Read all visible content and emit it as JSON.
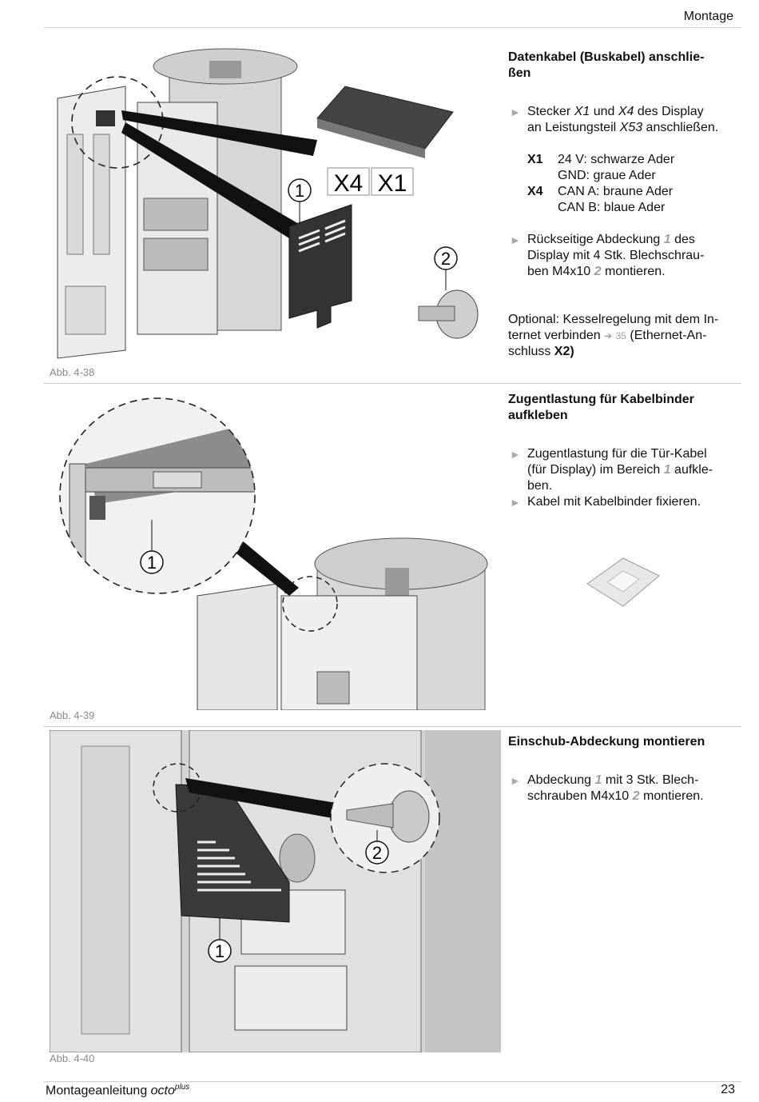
{
  "header": {
    "section": "Montage"
  },
  "sections": [
    {
      "title": "Datenkabel (Buskabel) anschlie-ßen",
      "title_line1": "Datenkabel (Buskabel) anschlie-",
      "title_line2": "ßen",
      "bullet1": {
        "pre": "Stecker ",
        "x1": "X1",
        "mid": " und ",
        "x4": "X4",
        "post": " des Display",
        "line2pre": "an Leistungsteil ",
        "x53": "X53",
        "line2post": " anschließen."
      },
      "defs": [
        {
          "key": "X1",
          "lines": [
            "24 V: schwarze Ader",
            "GND: graue Ader"
          ]
        },
        {
          "key": "X4",
          "lines": [
            "CAN A: braune Ader",
            "CAN B: blaue Ader"
          ]
        }
      ],
      "bullet2": {
        "l1pre": "Rückseitige Abdeckung ",
        "ref1": "1",
        "l1post": " des",
        "l2": "Display mit 4 Stk. Blechschrau-",
        "l3pre": "ben M4x10 ",
        "ref2": "2",
        "l3post": " montieren."
      },
      "optional": {
        "l1": "Optional: Kesselregelung mit dem In-",
        "l2pre": "ternet verbinden ",
        "arrow": "➔",
        "page": "35",
        "l2post": " (Ethernet-An-",
        "l3pre": "schluss ",
        "l3bold": "X2)"
      },
      "figure_caption": "Abb. 4-38",
      "callouts": [
        "1",
        "2"
      ],
      "connector_labels": [
        "X4",
        "X1"
      ]
    },
    {
      "title_line1": "Zugentlastung für Kabelbinder",
      "title_line2": "aufkleben",
      "bullet1": {
        "l1": "Zugentlastung für die Tür-Kabel",
        "l2pre": "(für Display) im Bereich ",
        "ref": "1",
        "l2post": " aufkle-",
        "l3": "ben."
      },
      "bullet2": {
        "l1": "Kabel mit Kabelbinder fixieren."
      },
      "figure_caption": "Abb. 4-39",
      "callouts": [
        "1"
      ]
    },
    {
      "title_line1": "Einschub-Abdeckung montieren",
      "bullet1": {
        "l1pre": "Abdeckung ",
        "ref1": "1",
        "l1post": " mit 3 Stk. Blech-",
        "l2pre": "schrauben M4x10 ",
        "ref2": "2",
        "l2post": " montieren."
      },
      "figure_caption": "Abb. 4-40",
      "callouts": [
        "2",
        "1"
      ]
    }
  ],
  "footer": {
    "title": "Montageanleitung ",
    "product": "octo",
    "sup": "plus",
    "page": "23"
  }
}
